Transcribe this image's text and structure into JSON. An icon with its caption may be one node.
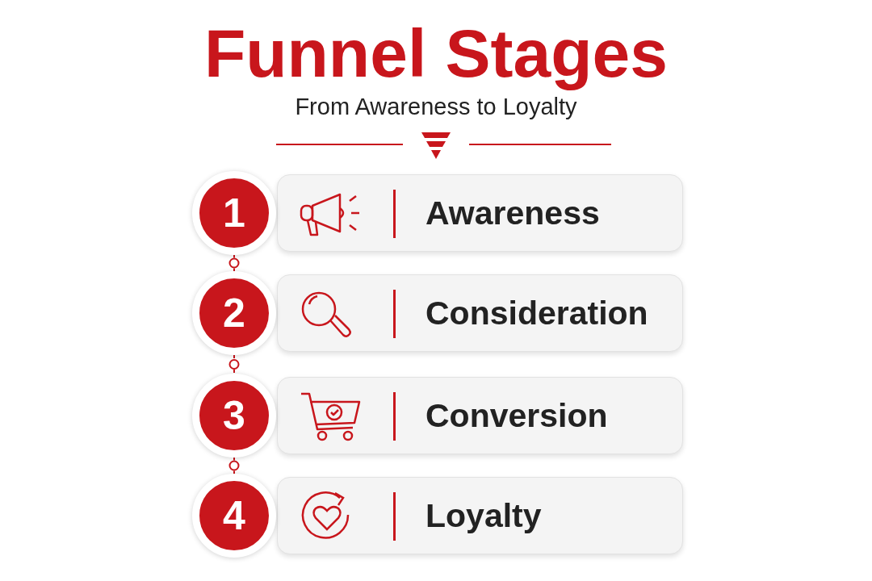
{
  "diagram": {
    "title": "Funnel Stages",
    "nodes": [
      {
        "text": [
          "1"
        ]
      },
      {
        "text": [
          "Awareness"
        ]
      },
      {
        "text": [],
        "shape": "circle"
      },
      {
        "text": [
          "2"
        ]
      },
      {
        "text": [
          "Consideration"
        ]
      },
      {
        "text": [],
        "shape": "circle"
      },
      {
        "text": [
          "3"
        ]
      },
      {
        "text": [
          "Conversion"
        ]
      },
      {
        "text": [],
        "shape": "circle"
      },
      {
        "text": [
          "4"
        ]
      },
      {
        "text": [
          "Loyalty"
        ]
      }
    ],
    "edges": [
      {
        "from": 0,
        "to": 2,
        "arrow": "none",
        "style": "dashed"
      },
      {
        "from": 2,
        "to": 3,
        "arrow": "none",
        "style": "dashed"
      },
      {
        "from": 3,
        "to": 5,
        "arrow": "none",
        "style": "dashed"
      },
      {
        "from": 5,
        "to": 6,
        "arrow": "none",
        "style": "dashed"
      },
      {
        "from": 6,
        "to": 8,
        "arrow": "none",
        "style": "dashed"
      },
      {
        "from": 8,
        "to": 9,
        "arrow": "none",
        "style": "dashed"
      }
    ],
    "labels": [
      "From Awareness to Loyalty"
    ]
  }
}
